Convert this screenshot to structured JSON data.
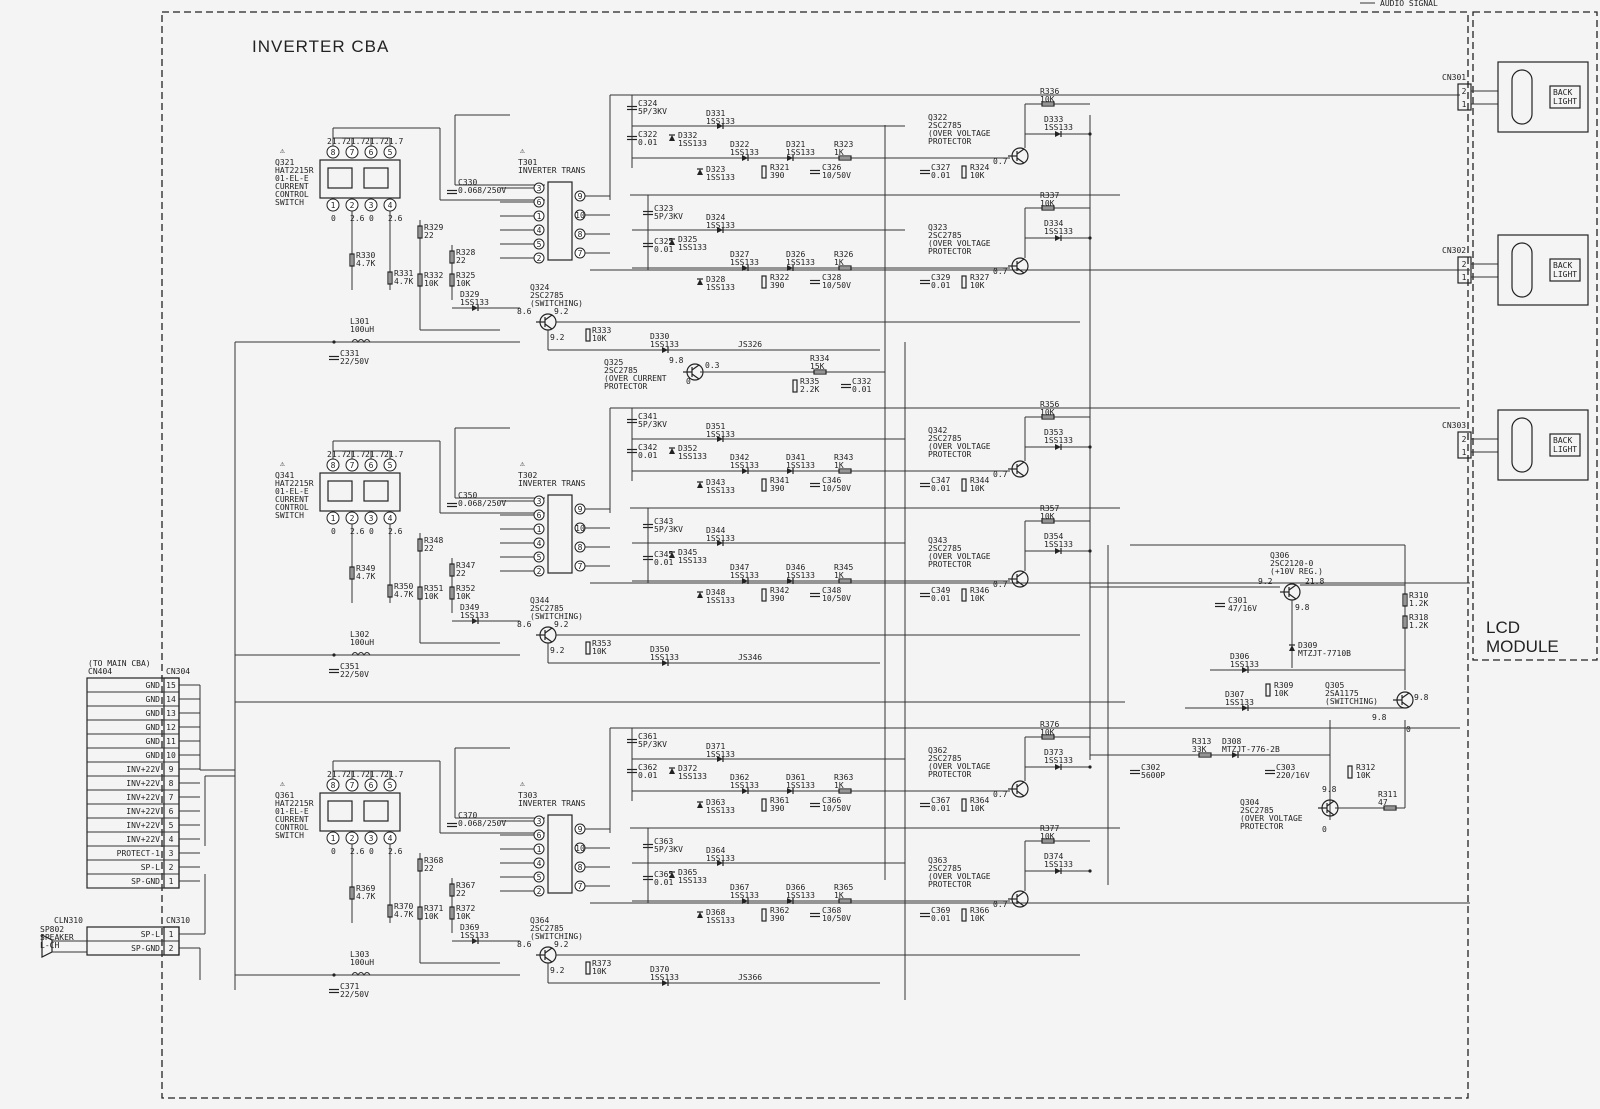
{
  "title": "INVERTER CBA",
  "lcd_module": [
    "LCD",
    "MODULE"
  ],
  "audio_signal": "AUDIO SIGNAL",
  "main_connector": {
    "ref": "(TO MAIN CBA)",
    "cn_left": "CN404",
    "cn_right": "CN304",
    "pins": [
      {
        "name": "GND",
        "num": "15"
      },
      {
        "name": "GND",
        "num": "14"
      },
      {
        "name": "GND",
        "num": "13"
      },
      {
        "name": "GND",
        "num": "12"
      },
      {
        "name": "GND",
        "num": "11"
      },
      {
        "name": "GND",
        "num": "10"
      },
      {
        "name": "INV+22V",
        "num": "9"
      },
      {
        "name": "INV+22V",
        "num": "8"
      },
      {
        "name": "INV+22V",
        "num": "7"
      },
      {
        "name": "INV+22V",
        "num": "6"
      },
      {
        "name": "INV+22V",
        "num": "5"
      },
      {
        "name": "INV+22V",
        "num": "4"
      },
      {
        "name": "PROTECT-1",
        "num": "3"
      },
      {
        "name": "SP-L",
        "num": "2"
      },
      {
        "name": "SP-GND",
        "num": "1"
      }
    ]
  },
  "speaker": {
    "label": [
      "SP802",
      "SPEAKER",
      "L-CH"
    ],
    "cln": "CLN310",
    "cn": "CN310",
    "pins": [
      {
        "name": "SP-L",
        "num": "1"
      },
      {
        "name": "SP-GND",
        "num": "2"
      }
    ]
  },
  "backlights": [
    {
      "cn": "CN301",
      "text": [
        "BACK",
        "LIGHT"
      ],
      "pins": [
        "2",
        "1"
      ]
    },
    {
      "cn": "CN302",
      "text": [
        "BACK",
        "LIGHT"
      ],
      "pins": [
        "2",
        "1"
      ]
    },
    {
      "cn": "CN303",
      "text": [
        "BACK",
        "LIGHT"
      ],
      "pins": [
        "2",
        "1"
      ]
    }
  ],
  "stages": [
    {
      "q_switch": [
        "Q321",
        "HAT2215R",
        "01-EL-E",
        "CURRENT",
        "CONTROL",
        "SWITCH"
      ],
      "top_volt": [
        "21.7",
        "21.7",
        "21.7",
        "21.7"
      ],
      "bot_volt": [
        "0",
        "2.6",
        "0",
        "2.6"
      ],
      "c_hv": [
        "C330",
        "0.068/250V"
      ],
      "r_a": [
        "R329",
        "22"
      ],
      "r_b": [
        "R328",
        "22"
      ],
      "r_c": [
        "R330",
        "4.7K"
      ],
      "r_d": [
        "R331",
        "4.7K"
      ],
      "r_e": [
        "R332",
        "10K"
      ],
      "r_f": [
        "R325",
        "10K"
      ],
      "d_a": [
        "D329",
        "1SS133"
      ],
      "trans": [
        "T301",
        "INVERTER TRANS"
      ],
      "q_drv": [
        "Q324",
        "2SC2785",
        "(SWITCHING)"
      ],
      "q_drv_v": [
        "8.6",
        "9.2"
      ],
      "r_drv": [
        "R333",
        "10K"
      ],
      "d_drv": [
        "D330",
        "1SS133"
      ],
      "js": "JS326",
      "coil": [
        "L301",
        "100uH"
      ],
      "c_coil": [
        "C331",
        "22/50V"
      ],
      "caps_top": [
        [
          "C324",
          "5P/3KV"
        ],
        [
          "C322",
          "0.01"
        ]
      ],
      "caps_bot": [
        [
          "C323",
          "5P/3KV"
        ],
        [
          "C325",
          "0.01"
        ]
      ],
      "ch1": {
        "d_top": [
          "D331",
          "1SS133"
        ],
        "d1": [
          "D332",
          "1SS133"
        ],
        "d2": [
          "D322",
          "1SS133"
        ],
        "d3": [
          "D321",
          "1SS133"
        ],
        "d4": [
          "D323",
          "1SS133"
        ],
        "r1": [
          "R321",
          "390"
        ],
        "c1": [
          "C326",
          "10/50V"
        ],
        "r2": [
          "R323",
          "1K"
        ],
        "c2": [
          "C327",
          "0.01"
        ],
        "r3": [
          "R324",
          "10K"
        ],
        "q": [
          "Q322",
          "2SC2785",
          "(OVER VOLTAGE",
          "PROTECTOR"
        ],
        "qv": "0.7",
        "rq": [
          "R336",
          "10K"
        ],
        "dq": [
          "D333",
          "1SS133"
        ]
      },
      "ch2": {
        "d_top": [
          "D324",
          "1SS133"
        ],
        "d1": [
          "D325",
          "1SS133"
        ],
        "d2": [
          "D327",
          "1SS133"
        ],
        "d3": [
          "D326",
          "1SS133"
        ],
        "d4": [
          "D328",
          "1SS133"
        ],
        "r1": [
          "R322",
          "390"
        ],
        "c1": [
          "C328",
          "10/50V"
        ],
        "r2": [
          "R326",
          "1K"
        ],
        "c2": [
          "C329",
          "0.01"
        ],
        "r3": [
          "R327",
          "10K"
        ],
        "q": [
          "Q323",
          "2SC2785",
          "(OVER VOLTAGE",
          "PROTECTOR"
        ],
        "qv": "0.7",
        "rq": [
          "R337",
          "10K"
        ],
        "dq": [
          "D334",
          "1SS133"
        ]
      }
    },
    {
      "q_switch": [
        "Q341",
        "HAT2215R",
        "01-EL-E",
        "CURRENT",
        "CONTROL",
        "SWITCH"
      ],
      "top_volt": [
        "21.7",
        "21.7",
        "21.7",
        "21.7"
      ],
      "bot_volt": [
        "0",
        "2.6",
        "0",
        "2.6"
      ],
      "c_hv": [
        "C350",
        "0.068/250V"
      ],
      "r_a": [
        "R348",
        "22"
      ],
      "r_b": [
        "R347",
        "22"
      ],
      "r_c": [
        "R349",
        "4.7K"
      ],
      "r_d": [
        "R350",
        "4.7K"
      ],
      "r_e": [
        "R351",
        "10K"
      ],
      "r_f": [
        "R352",
        "10K"
      ],
      "d_a": [
        "D349",
        "1SS133"
      ],
      "trans": [
        "T302",
        "INVERTER TRANS"
      ],
      "q_drv": [
        "Q344",
        "2SC2785",
        "(SWITCHING)"
      ],
      "q_drv_v": [
        "8.6",
        "9.2"
      ],
      "r_drv": [
        "R353",
        "10K"
      ],
      "d_drv": [
        "D350",
        "1SS133"
      ],
      "js": "JS346",
      "coil": [
        "L302",
        "100uH"
      ],
      "c_coil": [
        "C351",
        "22/50V"
      ],
      "caps_top": [
        [
          "C341",
          "5P/3KV"
        ],
        [
          "C342",
          "0.01"
        ]
      ],
      "caps_bot": [
        [
          "C343",
          "5P/3KV"
        ],
        [
          "C345",
          "0.01"
        ]
      ],
      "ch1": {
        "d_top": [
          "D351",
          "1SS133"
        ],
        "d1": [
          "D352",
          "1SS133"
        ],
        "d2": [
          "D342",
          "1SS133"
        ],
        "d3": [
          "D341",
          "1SS133"
        ],
        "d4": [
          "D343",
          "1SS133"
        ],
        "r1": [
          "R341",
          "390"
        ],
        "c1": [
          "C346",
          "10/50V"
        ],
        "r2": [
          "R343",
          "1K"
        ],
        "c2": [
          "C347",
          "0.01"
        ],
        "r3": [
          "R344",
          "10K"
        ],
        "q": [
          "Q342",
          "2SC2785",
          "(OVER VOLTAGE",
          "PROTECTOR"
        ],
        "qv": "0.7",
        "rq": [
          "R356",
          "10K"
        ],
        "dq": [
          "D353",
          "1SS133"
        ]
      },
      "ch2": {
        "d_top": [
          "D344",
          "1SS133"
        ],
        "d1": [
          "D345",
          "1SS133"
        ],
        "d2": [
          "D347",
          "1SS133"
        ],
        "d3": [
          "D346",
          "1SS133"
        ],
        "d4": [
          "D348",
          "1SS133"
        ],
        "r1": [
          "R342",
          "390"
        ],
        "c1": [
          "C348",
          "10/50V"
        ],
        "r2": [
          "R345",
          "1K"
        ],
        "c2": [
          "C349",
          "0.01"
        ],
        "r3": [
          "R346",
          "10K"
        ],
        "q": [
          "Q343",
          "2SC2785",
          "(OVER VOLTAGE",
          "PROTECTOR"
        ],
        "qv": "0.7",
        "rq": [
          "R357",
          "10K"
        ],
        "dq": [
          "D354",
          "1SS133"
        ]
      }
    },
    {
      "q_switch": [
        "Q361",
        "HAT2215R",
        "01-EL-E",
        "CURRENT",
        "CONTROL",
        "SWITCH"
      ],
      "top_volt": [
        "21.7",
        "21.7",
        "21.7",
        "21.7"
      ],
      "bot_volt": [
        "0",
        "2.6",
        "0",
        "2.6"
      ],
      "c_hv": [
        "C370",
        "0.068/250V"
      ],
      "r_a": [
        "R368",
        "22"
      ],
      "r_b": [
        "R367",
        "22"
      ],
      "r_c": [
        "R369",
        "4.7K"
      ],
      "r_d": [
        "R370",
        "4.7K"
      ],
      "r_e": [
        "R371",
        "10K"
      ],
      "r_f": [
        "R372",
        "10K"
      ],
      "d_a": [
        "D369",
        "1SS133"
      ],
      "trans": [
        "T303",
        "INVERTER TRANS"
      ],
      "q_drv": [
        "Q364",
        "2SC2785",
        "(SWITCHING)"
      ],
      "q_drv_v": [
        "8.6",
        "9.2"
      ],
      "r_drv": [
        "R373",
        "10K"
      ],
      "d_drv": [
        "D370",
        "1SS133"
      ],
      "js": "JS366",
      "coil": [
        "L303",
        "100uH"
      ],
      "c_coil": [
        "C371",
        "22/50V"
      ],
      "caps_top": [
        [
          "C361",
          "5P/3KV"
        ],
        [
          "C362",
          "0.01"
        ]
      ],
      "caps_bot": [
        [
          "C363",
          "5P/3KV"
        ],
        [
          "C365",
          "0.01"
        ]
      ],
      "ch1": {
        "d_top": [
          "D371",
          "1SS133"
        ],
        "d1": [
          "D372",
          "1SS133"
        ],
        "d2": [
          "D362",
          "1SS133"
        ],
        "d3": [
          "D361",
          "1SS133"
        ],
        "d4": [
          "D363",
          "1SS133"
        ],
        "r1": [
          "R361",
          "390"
        ],
        "c1": [
          "C366",
          "10/50V"
        ],
        "r2": [
          "R363",
          "1K"
        ],
        "c2": [
          "C367",
          "0.01"
        ],
        "r3": [
          "R364",
          "10K"
        ],
        "q": [
          "Q362",
          "2SC2785",
          "(OVER VOLTAGE",
          "PROTECTOR"
        ],
        "qv": "0.7",
        "rq": [
          "R376",
          "10K"
        ],
        "dq": [
          "D373",
          "1SS133"
        ]
      },
      "ch2": {
        "d_top": [
          "D364",
          "1SS133"
        ],
        "d1": [
          "D365",
          "1SS133"
        ],
        "d2": [
          "D367",
          "1SS133"
        ],
        "d3": [
          "D366",
          "1SS133"
        ],
        "d4": [
          "D368",
          "1SS133"
        ],
        "r1": [
          "R362",
          "390"
        ],
        "c1": [
          "C368",
          "10/50V"
        ],
        "r2": [
          "R365",
          "1K"
        ],
        "c2": [
          "C369",
          "0.01"
        ],
        "r3": [
          "R366",
          "10K"
        ],
        "q": [
          "Q363",
          "2SC2785",
          "(OVER VOLTAGE",
          "PROTECTOR"
        ],
        "qv": "0.7",
        "rq": [
          "R377",
          "10K"
        ],
        "dq": [
          "D374",
          "1SS133"
        ]
      }
    }
  ],
  "overcurrent": {
    "q": [
      "Q325",
      "2SC2785",
      "(OVER CURRENT",
      "PROTECTOR"
    ],
    "v_b": "9.8",
    "v_e": "0.3",
    "v_c": "0",
    "r334": [
      "R334",
      "15K"
    ],
    "r335": [
      "R335",
      "2.2K"
    ],
    "c332": [
      "C332",
      "0.01"
    ]
  },
  "regulator": {
    "q306": [
      "Q306",
      "2SC2120-0",
      "(+10V REG.)"
    ],
    "v1": "9.2",
    "v2": "21.8",
    "v3": "9.8",
    "c301": [
      "C301",
      "47/16V"
    ],
    "r310": [
      "R310",
      "1.2K"
    ],
    "r318": [
      "R318",
      "1.2K"
    ],
    "d309": [
      "D309",
      "MTZJT-7710B"
    ],
    "d306": [
      "D306",
      "1SS133"
    ],
    "d307": [
      "D307",
      "1SS133"
    ],
    "r309": [
      "R309",
      "10K"
    ],
    "q305": [
      "Q305",
      "2SA1175",
      "(SWITCHING)"
    ],
    "q305_v": [
      "9.8",
      "9.8",
      "0"
    ],
    "r313": [
      "R313",
      "33K"
    ],
    "d308": [
      "D308",
      "MTZJT-776-2B"
    ],
    "c302": [
      "C302",
      "5600P"
    ],
    "c303": [
      "C303",
      "220/16V"
    ],
    "r312": [
      "R312",
      "10K"
    ],
    "r311": [
      "R311",
      "47"
    ],
    "q304": [
      "Q304",
      "2SC2785",
      "(OVER VOLTAGE",
      "PROTECTOR"
    ],
    "q304_v": [
      "9.8",
      "0"
    ]
  }
}
